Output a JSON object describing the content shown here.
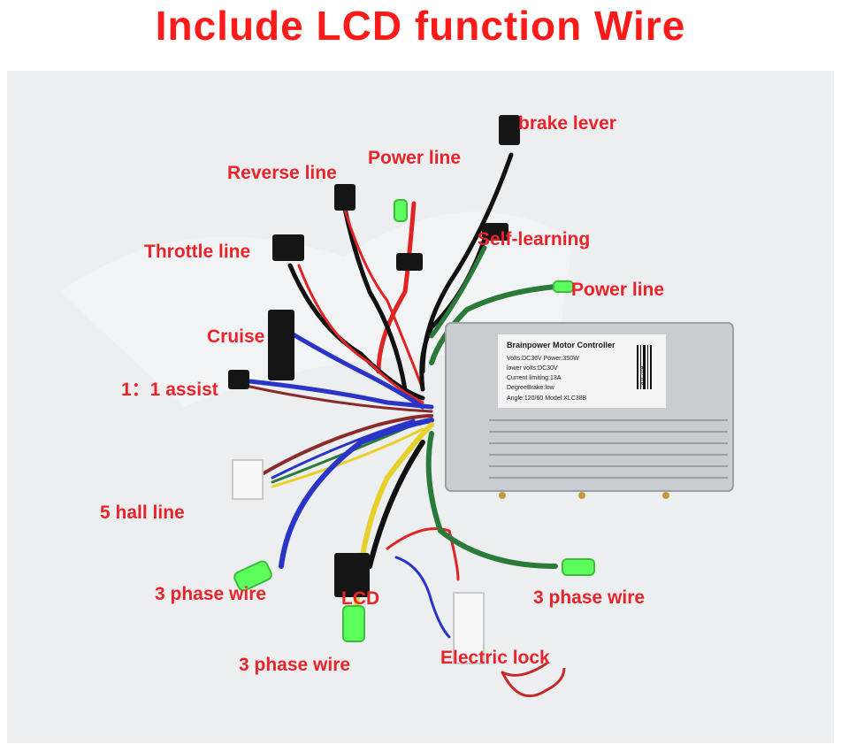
{
  "title": "Include LCD function Wire",
  "labels": {
    "brake_lever": "brake lever",
    "power_line_top": "Power line",
    "reverse_line": "Reverse line",
    "self_learning": "Self-learning",
    "throttle_line": "Throttle line",
    "power_line_right": "Power line",
    "cruise": "Cruise",
    "assist": "1：1 assist",
    "hall_line": "5 hall line",
    "phase_wire_left": "3 phase wire",
    "lcd": "LCD",
    "phase_wire_right": "3 phase wire",
    "phase_wire_bottom": "3 phase wire",
    "electric_lock": "Electric lock"
  },
  "controller": {
    "brand": "Brainpower Motor Controller",
    "line1": "Volts:DC36V    Power:350W",
    "line2": "lower volts:DC30V",
    "line3": "Current limiting:13A",
    "line4": "DegreeBrake:low",
    "line5": "Angle:120/60   Model:XLC38B",
    "barcode_number": "201708"
  },
  "colors": {
    "title": "#ff1a1a",
    "label": "#e8242a",
    "background": "#eceef0",
    "controller": "#c9cdd2"
  }
}
